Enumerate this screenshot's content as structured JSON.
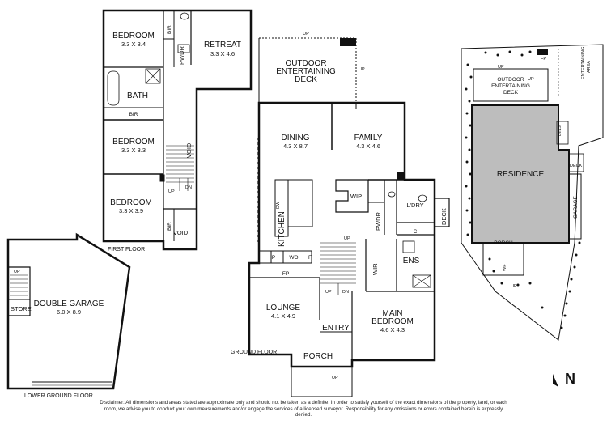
{
  "first_floor": {
    "label": "FIRST FLOOR",
    "rooms": [
      {
        "name": "BEDROOM",
        "dims": "3.3 X 3.4"
      },
      {
        "name": "RETREAT",
        "dims": "3.3 X 4.6"
      },
      {
        "name": "BEDROOM",
        "dims": "3.3 X 3.3"
      },
      {
        "name": "BEDROOM",
        "dims": "3.3 X 3.9"
      }
    ],
    "labels": {
      "pwdr": "PWDR",
      "bath": "BATH",
      "bir": "BIR",
      "void": "VOID",
      "up": "UP",
      "dn": "DN"
    }
  },
  "lower_ground_floor": {
    "label": "LOWER GROUND FLOOR",
    "garage": {
      "name": "DOUBLE GARAGE",
      "dims": "6.0 X 8.9"
    },
    "store": "STORE",
    "up": "UP"
  },
  "ground_floor": {
    "label": "GROUND FLOOR",
    "outdoor": {
      "name_line1": "OUTDOOR",
      "name_line2": "ENTERTAINING",
      "name_line3": "DECK"
    },
    "dining": {
      "name": "DINING",
      "dims": "4.3 X 8.7"
    },
    "family": {
      "name": "FAMILY",
      "dims": "4.3 X 4.6"
    },
    "lounge": {
      "name": "LOUNGE",
      "dims": "4.1 X 4.9"
    },
    "main_bedroom": {
      "name_line1": "MAIN",
      "name_line2": "BEDROOM",
      "dims": "4.6 X 4.3"
    },
    "labels": {
      "kitchen": "KITCHEN",
      "wip": "WIP",
      "pwdr": "PWDR",
      "ldry": "L'DRY",
      "deck": "DECK",
      "dw": "DW",
      "p": "P",
      "wo": "WO",
      "f": "F",
      "fp": "FP",
      "wir": "WIR",
      "ens": "ENS",
      "c": "C",
      "entry": "ENTRY",
      "porch": "PORCH",
      "up": "UP",
      "dn": "DN"
    }
  },
  "site_plan": {
    "residence": "RESIDENCE",
    "outdoor": {
      "line1": "OUTDOOR",
      "line2": "ENTERTAINING",
      "line3": "DECK"
    },
    "entertaining_area": {
      "line1": "ENTERTAINING",
      "line2": "AREA"
    },
    "labels": {
      "fp": "FP",
      "up": "UP",
      "bins": "BINS",
      "deck": "DECK",
      "garage": "GARAGE",
      "porch": "PORCH",
      "wf": "WF"
    }
  },
  "north": "N",
  "disclaimer": "Disclaimer: All dimensions and areas stated are approximate only and should not be taken as a definite. In order to satisfy yourself of the exact dimensions of the property, land, or each room, we advise you to conduct your own measurements and/or engage the services of a licensed surveyor. Responsibility for any omissions or errors contained herein is expressly denied."
}
